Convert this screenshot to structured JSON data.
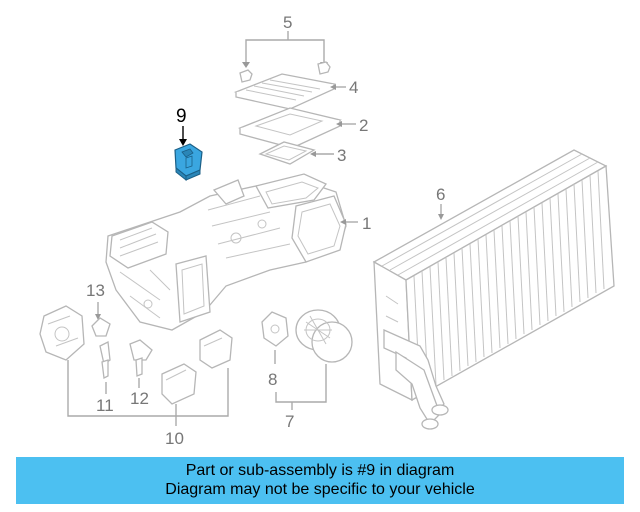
{
  "diagram": {
    "callouts": {
      "c1": "1",
      "c2": "2",
      "c3": "3",
      "c4": "4",
      "c5": "5",
      "c6": "6",
      "c7": "7",
      "c8": "8",
      "c9": "9",
      "c10": "10",
      "c11": "11",
      "c12": "12",
      "c13": "13"
    },
    "highlight_color": "#3aa6e0",
    "line_color": "#aaaaaa"
  },
  "banner": {
    "line1": "Part or sub-assembly is #9 in diagram",
    "line2": "Diagram may not be specific to your vehicle",
    "background": "#4cc0f1"
  }
}
